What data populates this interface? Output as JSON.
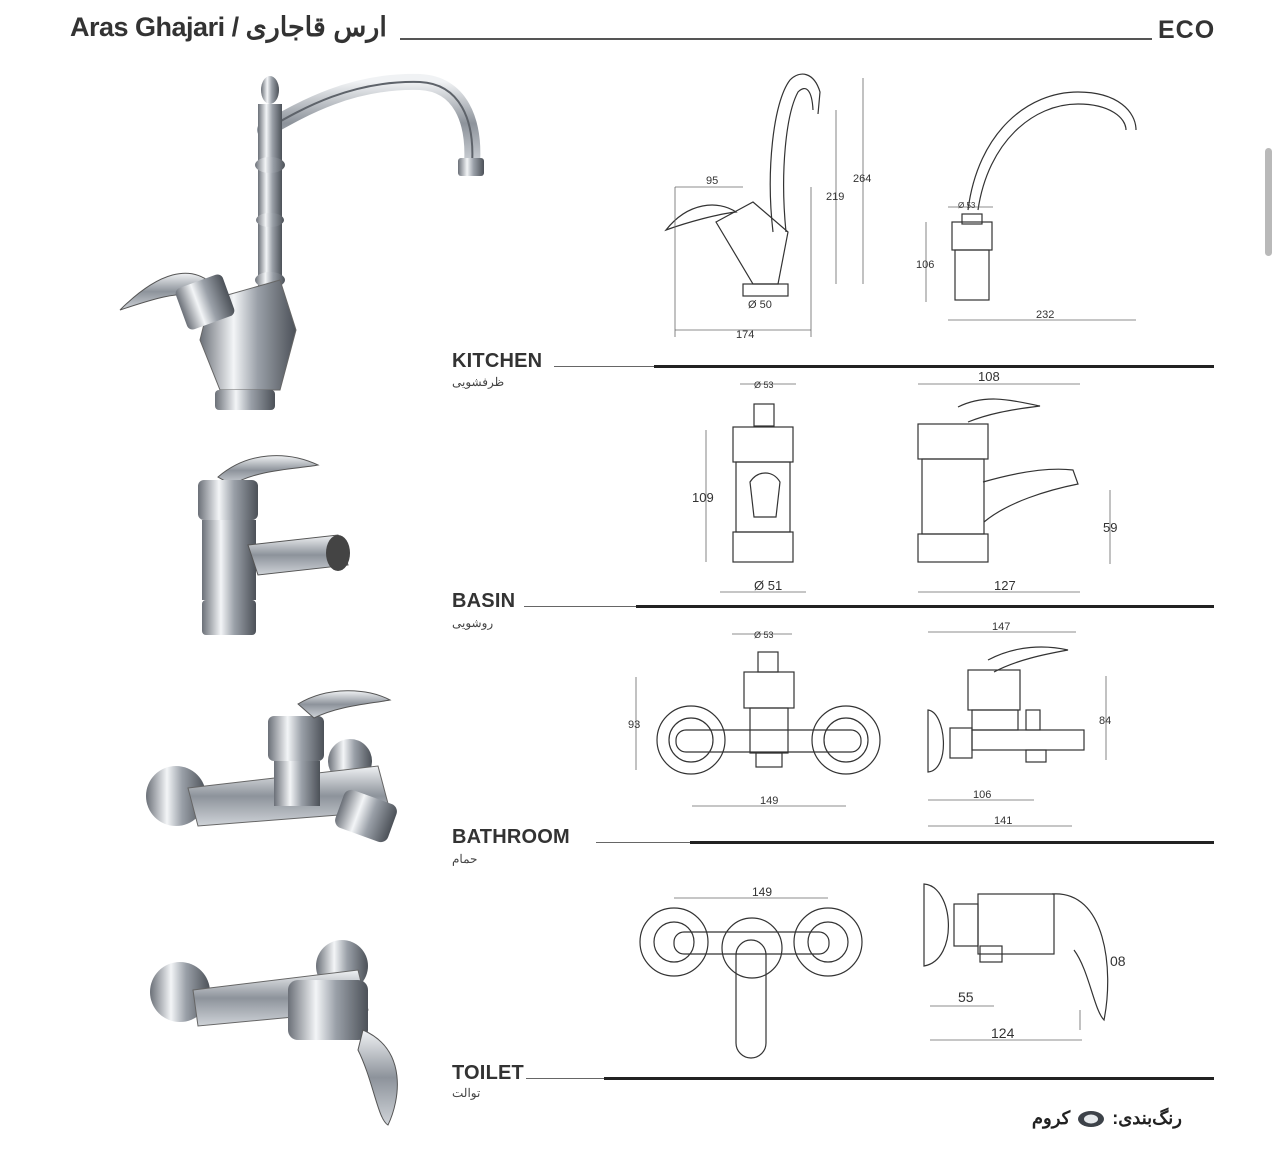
{
  "header": {
    "title": "Aras Ghajari / ارس قاجاری",
    "series": "ECO"
  },
  "sections": [
    {
      "id": "kitchen",
      "label": "KITCHEN",
      "label_fa": "ظرفشویی",
      "dims": {
        "a": "95",
        "b": "219",
        "c": "264",
        "d": "Ø 50",
        "e": "174",
        "f": "Ø 53",
        "g": "106",
        "h": "232"
      }
    },
    {
      "id": "basin",
      "label": "BASIN",
      "label_fa": "روشویی",
      "dims": {
        "a": "Ø 53",
        "b": "109",
        "c": "Ø 51",
        "d": "108",
        "e": "59",
        "f": "127"
      }
    },
    {
      "id": "bathroom",
      "label": "BATHROOM",
      "label_fa": "حمام",
      "dims": {
        "a": "Ø 53",
        "b": "93",
        "c": "149",
        "d": "147",
        "e": "84",
        "f": "106",
        "g": "141"
      }
    },
    {
      "id": "toilet",
      "label": "TOILET",
      "label_fa": "توالت",
      "dims": {
        "a": "149",
        "b": "08",
        "c": "55",
        "d": "124"
      }
    }
  ],
  "legend": {
    "label": "رنگ‌بندی:",
    "finish": "کروم"
  },
  "colors": {
    "chrome_dark": "#5a5f66",
    "chrome_light": "#e9ecef",
    "line": "#222222",
    "drawing": "#333333"
  }
}
